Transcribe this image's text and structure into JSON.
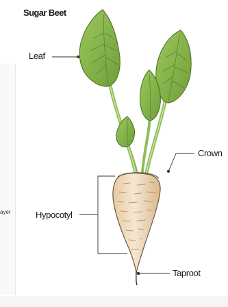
{
  "title": "Sugar Beet",
  "labels": {
    "leaf": "Leaf",
    "crown": "Crown",
    "hypocotyl": "Hypocotyl",
    "taproot": "Taproot"
  },
  "edge_text": "ayer",
  "colors": {
    "leaf": "#8ab84f",
    "leaf_dark": "#5f8a2f",
    "stem": "#a8cc72",
    "root": "#f2dfc4",
    "root_shade": "#dcbf98",
    "root_outline": "#6b5a44",
    "line": "#333333"
  }
}
